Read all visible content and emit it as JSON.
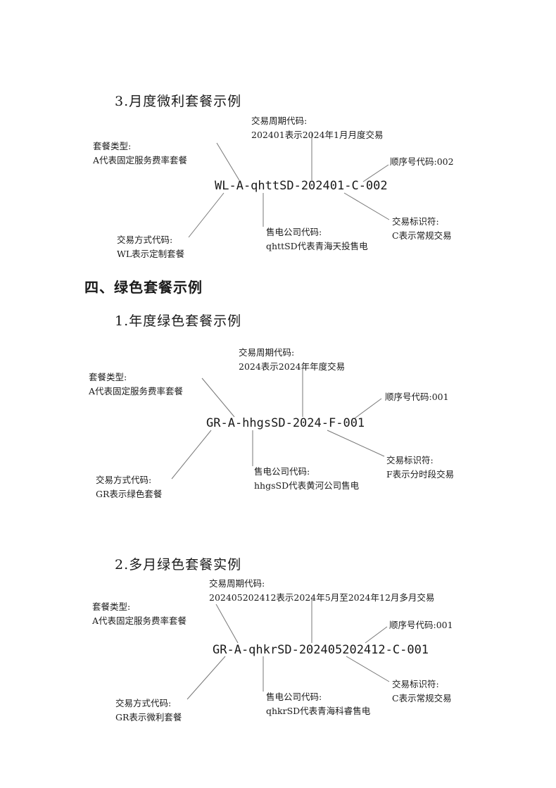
{
  "sections": {
    "s3": {
      "heading": "3.月度微利套餐示例",
      "code": "WL-A-qhttSD-202401-C-002",
      "type_title": "套餐类型:",
      "type_desc": "A代表固定服务费率套餐",
      "period_title": "交易周期代码:",
      "period_desc": "202401表示2024年1月月度交易",
      "seq": "顺序号代码:002",
      "mode_title": "交易方式代码:",
      "mode_desc": "WL表示定制套餐",
      "company_title": "售电公司代码:",
      "company_desc": "qhttSD代表青海天投售电",
      "flag_title": "交易标识符:",
      "flag_desc": "C表示常规交易"
    },
    "chapter4": {
      "heading": "四、绿色套餐示例"
    },
    "s41": {
      "heading": "1.年度绿色套餐示例",
      "code": "GR-A-hhgsSD-2024-F-001",
      "type_title": "套餐类型:",
      "type_desc": "A代表固定服务费率套餐",
      "period_title": "交易周期代码:",
      "period_desc": "2024表示2024年年度交易",
      "seq": "顺序号代码:001",
      "mode_title": "交易方式代码:",
      "mode_desc": "GR表示绿色套餐",
      "company_title": "售电公司代码:",
      "company_desc": "hhgsSD代表黄河公司售电",
      "flag_title": "交易标识符:",
      "flag_desc": "F表示分时段交易"
    },
    "s42": {
      "heading": "2.多月绿色套餐实例",
      "code": "GR-A-qhkrSD-202405202412-C-001",
      "type_title": "套餐类型:",
      "type_desc": "A代表固定服务费率套餐",
      "period_title": "交易周期代码:",
      "period_desc": "202405202412表示2024年5月至2024年12月多月交易",
      "seq": "顺序号代码:001",
      "mode_title": "交易方式代码:",
      "mode_desc": "GR表示微利套餐",
      "company_title": "售电公司代码:",
      "company_desc": "qhkrSD代表青海科睿售电",
      "flag_title": "交易标识符:",
      "flag_desc": "C表示常规交易"
    }
  }
}
